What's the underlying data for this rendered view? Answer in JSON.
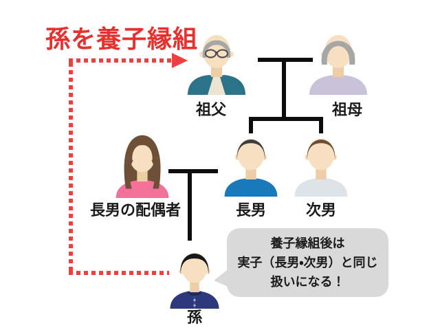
{
  "title": "孫を養子縁組",
  "people": {
    "grandfather": {
      "label": "祖父"
    },
    "grandmother": {
      "label": "祖母"
    },
    "spouse": {
      "label": "長男の配偶者"
    },
    "eldest_son": {
      "label": "長男"
    },
    "second_son": {
      "label": "次男"
    },
    "grandchild": {
      "label": "孫"
    }
  },
  "speech_bubble": {
    "lines": [
      "養子縁組後は",
      "実子（長男・次男）と同じ",
      "扱いになる！"
    ]
  },
  "colors": {
    "accent_red": "#e7312f",
    "dotted_red": "#ef4040",
    "line_black": "#0d0d0d",
    "bubble_grey": "#d9d9d9",
    "skin": "#f7dfc1",
    "skin_shadow": "#eccda6",
    "grey_hair": "#a6a6a6",
    "grandfather_jacket": "#2a7389",
    "grandfather_shirt": "#ebe4d1",
    "grandmother_top": "#c9c3da",
    "spouse_top": "#f2719b",
    "spouse_hair": "#6e4f38",
    "eldest_top": "#1a79b8",
    "eldest_hair": "#3c3c3c",
    "second_top": "#dde4e9",
    "second_hair": "#6d4c34",
    "grandchild_top": "#2c3a7d",
    "grandchild_hair": "#181818"
  }
}
